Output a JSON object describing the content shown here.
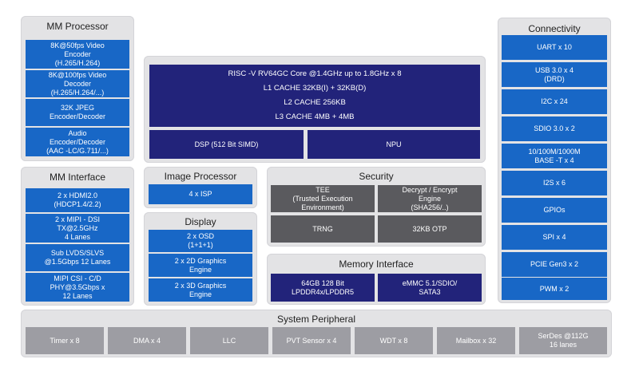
{
  "mm_processor": {
    "title": "MM Processor",
    "items": [
      "8K@50fps Video\nEncoder\n(H.265/H.264)",
      "8K@100fps Video\nDecoder\n(H.265/H.264/...)",
      "32K JPEG\nEncoder/Decoder",
      "Audio\nEncoder/Decoder\n(AAC -LC/G.711/...)"
    ]
  },
  "cpu": {
    "lines": [
      "RISC -V  RV64GC Core @1.4GHz up to 1.8GHz x 8",
      "L1 CACHE 32KB(I) + 32KB(D)",
      "L2  CACHE 256KB",
      "L3  CACHE 4MB + 4MB"
    ],
    "dsp": "DSP       (512 Bit SIMD)",
    "npu": "NPU"
  },
  "connectivity": {
    "title": "Connectivity",
    "items": [
      "UART  x  10",
      "USB  3.0 x 4\n(DRD)",
      "I2C x   24",
      "SDIO 3.0 x 2",
      "10/100M/1000M\nBASE -T x  4",
      "I2S x    6",
      "GPIOs",
      "SPI x 4",
      "PCIE  Gen3 x 2",
      "PWM x 2"
    ]
  },
  "mm_interface": {
    "title": "MM Interface",
    "items": [
      "2 x HDMI2.0\n(HDCP1.4/2.2)",
      "2 x MIPI   - DSI\nTX@2.5GHz\n4 Lanes",
      "Sub  LVDS/SLVS\n@1.5Gbps 12 Lanes",
      "MIPI   CSI - C/D\nPHY@3.5Gbps x\n12 Lanes"
    ]
  },
  "image_processor": {
    "title": "Image Processor",
    "items": [
      "4 x ISP"
    ]
  },
  "display": {
    "title": "Display",
    "items": [
      "2 x OSD\n(1+1+1)",
      "2 x 2D    Graphics\nEngine",
      "2 x 3D    Graphics\nEngine"
    ]
  },
  "security": {
    "title": "Security",
    "items": [
      "TEE\n(Trusted Execution\nEnvironment)",
      "Decrypt / Encrypt\nEngine\n(SHA256/..)",
      "TRNG",
      "32KB  OTP"
    ]
  },
  "memory_interface": {
    "title": "Memory Interface",
    "items": [
      "64GB 128  Bit\nLPDDR4x/LPDDR5",
      "eMMC   5.1/SDIO/\nSATA3"
    ]
  },
  "system_peripheral": {
    "title": "System Peripheral",
    "items": [
      "Timer x 8",
      "DMA x 4",
      "LLC",
      "PVT Sensor x 4",
      "WDT x 8",
      "Mailbox x 32",
      "SerDes   @112G\n16 lanes"
    ]
  },
  "colors": {
    "blue_block": "#1867c6",
    "navy_block": "#22237a",
    "dark_gray_block": "#5a5a5e",
    "gray_block": "#9d9da3",
    "panel": "#e3e3e5"
  }
}
